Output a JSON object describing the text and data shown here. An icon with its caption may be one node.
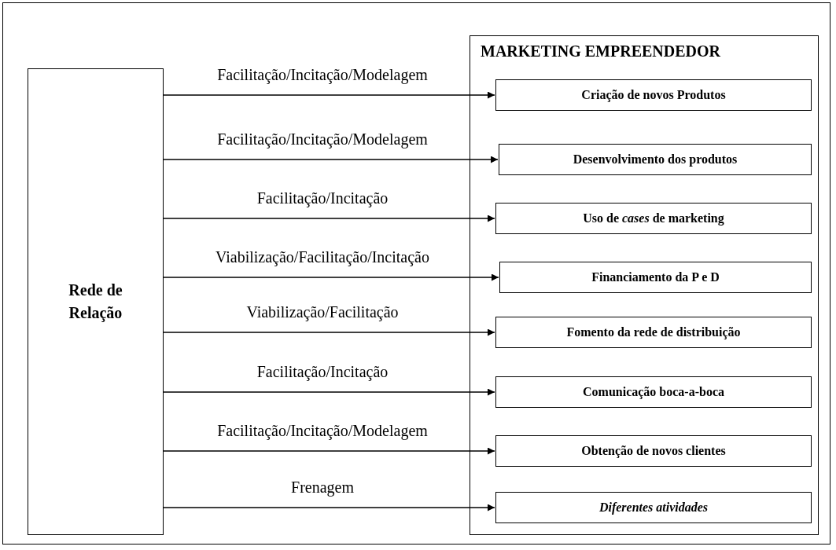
{
  "diagram": {
    "nodes": [
      {
        "text": [
          "Rede de Relação"
        ]
      },
      {
        "text": [
          "MARKETING EMPREENDEDOR"
        ]
      },
      {
        "text": [
          "Criação de novos Produtos"
        ],
        "in": 1
      },
      {
        "text": [
          "Desenvolvimento dos produtos"
        ],
        "in": 1
      },
      {
        "text": [
          "Uso de *cases* de marketing"
        ],
        "in": 1
      },
      {
        "text": [
          "Financiamento da P e D"
        ],
        "in": 1
      },
      {
        "text": [
          "Fomento da rede de distribuição"
        ],
        "in": 1
      },
      {
        "text": [
          "Comunicação boca-a-boca"
        ],
        "in": 1
      },
      {
        "text": [
          "Obtenção de novos clientes"
        ],
        "in": 1
      },
      {
        "text": [
          "Diferentes atividades"
        ],
        "in": 1
      }
    ],
    "edges": [
      {
        "from": 0,
        "to": 2,
        "arrow": "to",
        "label": "Facilitação/Incitação/Modelagem"
      },
      {
        "from": 0,
        "to": 3,
        "arrow": "to",
        "label": "Facilitação/Incitação/Modelagem"
      },
      {
        "from": 0,
        "to": 4,
        "arrow": "to",
        "label": "Facilitação/Incitação"
      },
      {
        "from": 0,
        "to": 5,
        "arrow": "to",
        "label": "Viabilização/Facilitação/Incitação"
      },
      {
        "from": 0,
        "to": 6,
        "arrow": "to",
        "label": "Viabilização/Facilitação"
      },
      {
        "from": 0,
        "to": 7,
        "arrow": "to",
        "label": "Facilitação/Incitação"
      },
      {
        "from": 0,
        "to": 8,
        "arrow": "to",
        "label": "Facilitação/Incitação/Modelagem"
      },
      {
        "from": 0,
        "to": 9,
        "arrow": "to",
        "label": "Frenagem"
      }
    ]
  }
}
